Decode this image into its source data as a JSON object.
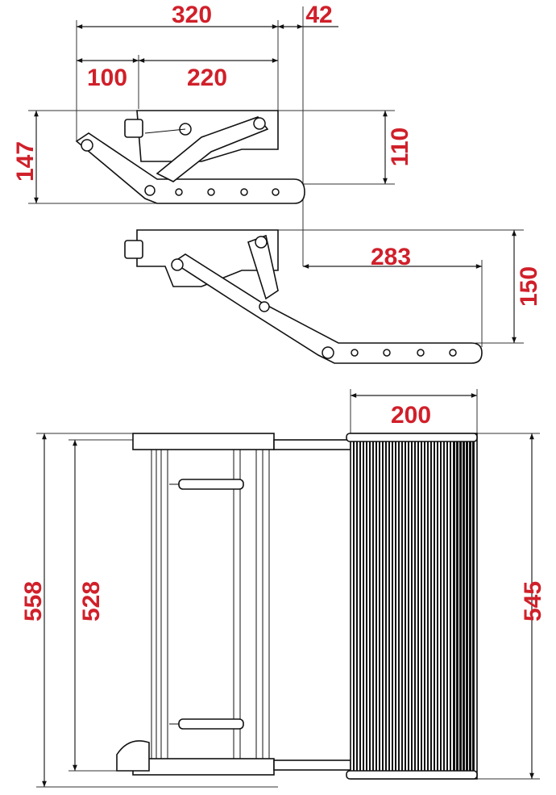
{
  "title": "Retractable step dimension drawing",
  "accent_color": "#d0202a",
  "side_view_retracted": {
    "overall_depth": "320",
    "extension_offset": "42",
    "mount_offset": "100",
    "mount_length": "220",
    "total_height": "147",
    "body_height": "110"
  },
  "side_view_extended": {
    "extension_depth": "283",
    "extended_height": "150"
  },
  "top_view": {
    "tread_depth": "200",
    "overall_width": "558",
    "frame_width": "528",
    "tread_width": "545"
  }
}
